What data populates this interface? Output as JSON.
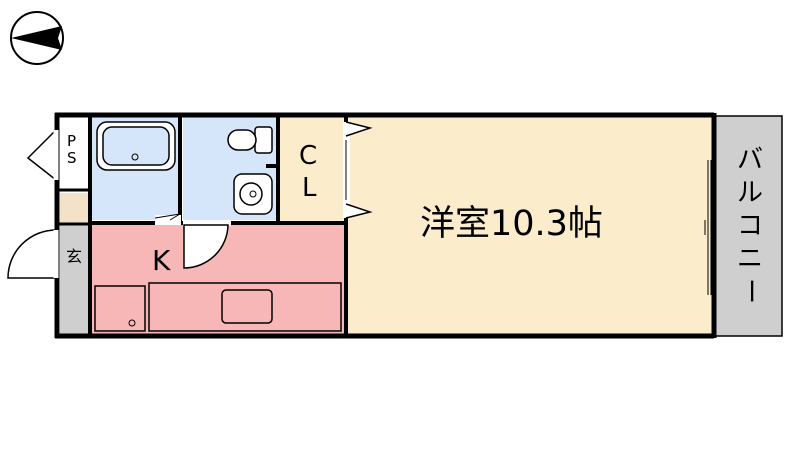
{
  "floor_plan": {
    "rooms": {
      "western_room": "洋室10.3帖",
      "kitchen": "K",
      "closet_top": "C",
      "closet_bottom": "L",
      "pipe_space_top": "P",
      "pipe_space_bottom": "S",
      "entrance": "玄",
      "balcony": [
        "バ",
        "ル",
        "コ",
        "ニ",
        "ー"
      ]
    },
    "colors": {
      "western_room": "#fbedcc",
      "kitchen": "#f8b7b7",
      "bath": "#d6e6fa",
      "toilet": "#d6e6fa",
      "closet": "#fbedcc",
      "balcony": "#cfcfcf",
      "pipe_space": "#ffffff",
      "entrance": "#cfcfcf",
      "shoe_box": "#f3e1c8",
      "wall": "#000000"
    },
    "compass": "north-arrow-left"
  }
}
